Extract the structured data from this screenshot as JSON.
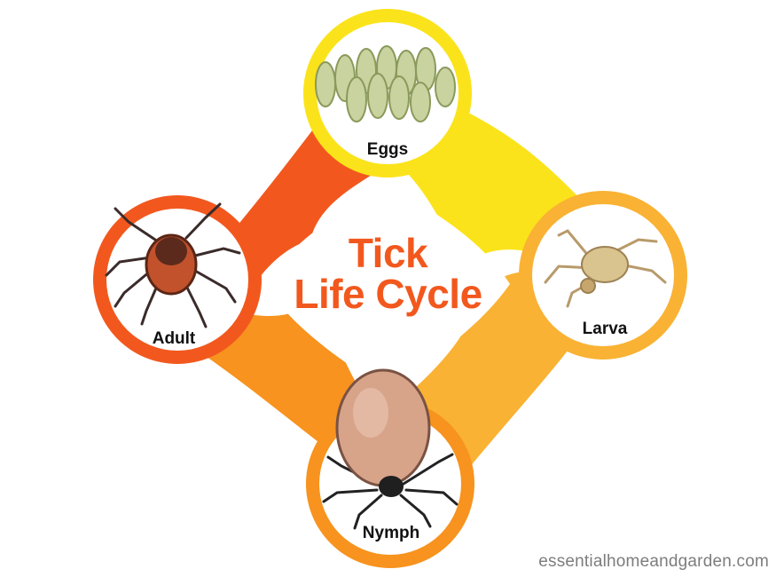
{
  "title": {
    "line1": "Tick",
    "line2": "Life Cycle"
  },
  "stages": {
    "eggs": "Eggs",
    "larva": "Larva",
    "nymph": "Nymph",
    "adult": "Adult"
  },
  "watermark": "essentialhomeandgarden.com",
  "colors": {
    "eggs_ring": "#fbe31b",
    "larva_ring": "#f9b233",
    "nymph_ring": "#f7931e",
    "adult_ring": "#f2581e",
    "title": "#f2581e"
  },
  "icons": {
    "eggs": "tick-eggs-illustration",
    "larva": "tick-larva-illustration",
    "nymph": "engorged-tick-nymph-illustration",
    "adult": "adult-tick-illustration"
  }
}
